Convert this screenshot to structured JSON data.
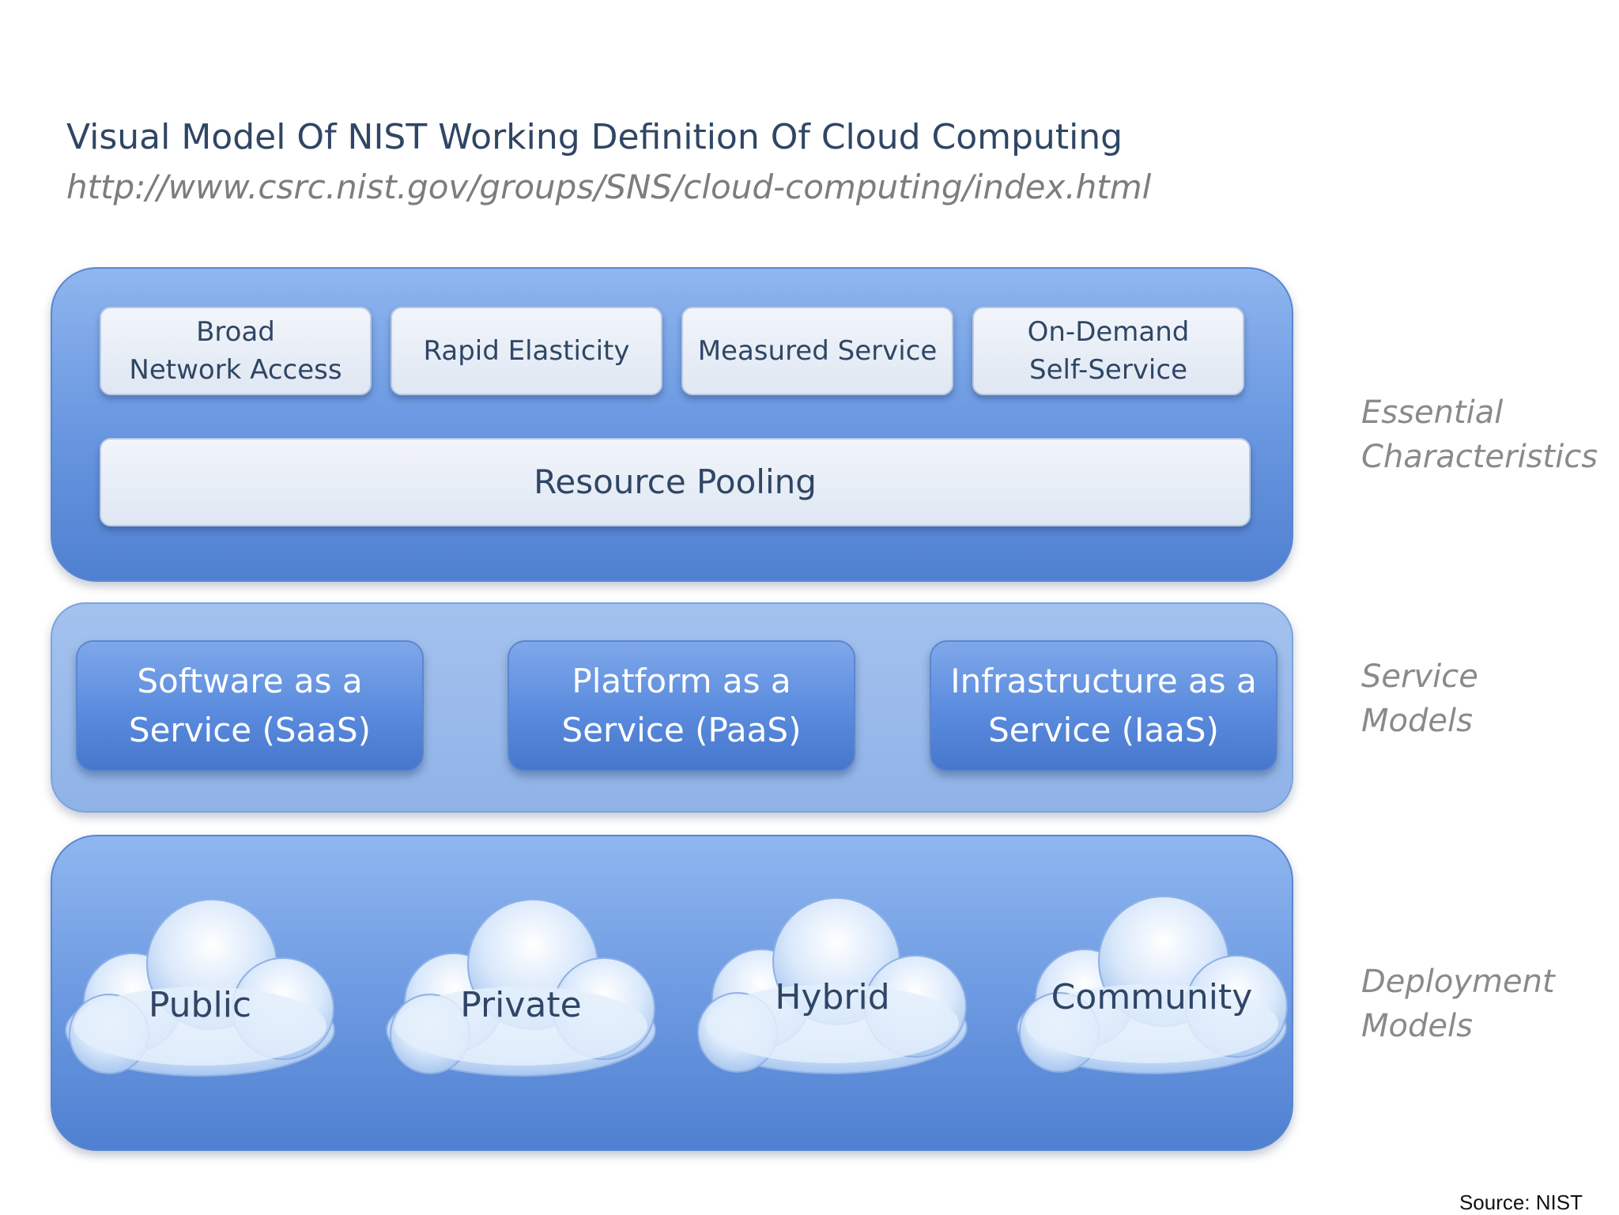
{
  "header": {
    "title": "Visual Model Of NIST Working Definition Of Cloud Computing",
    "url": "http://www.csrc.nist.gov/groups/SNS/cloud-computing/index.html"
  },
  "essential": {
    "items": [
      {
        "line1": "Broad",
        "line2": "Network Access"
      },
      {
        "line1": "Rapid Elasticity",
        "line2": ""
      },
      {
        "line1": "Measured Service",
        "line2": ""
      },
      {
        "line1": "On-Demand",
        "line2": "Self-Service"
      }
    ],
    "pooling": "Resource Pooling",
    "label_line1": "Essential",
    "label_line2": "Characteristics"
  },
  "service": {
    "items": [
      {
        "line1": "Software as a",
        "line2": "Service (SaaS)"
      },
      {
        "line1": "Platform as a",
        "line2": "Service (PaaS)"
      },
      {
        "line1": "Infrastructure as a",
        "line2": "Service (IaaS)"
      }
    ],
    "label_line1": "Service",
    "label_line2": "Models"
  },
  "deployment": {
    "items": [
      "Public",
      "Private",
      "Hybrid",
      "Community"
    ],
    "label_line1": "Deployment",
    "label_line2": "Models"
  },
  "footer": {
    "source": "Source: NIST"
  },
  "colors": {
    "band_blue": "#6d9ae2",
    "service_band": "#8fb2e7",
    "pill_fill": "#e6ecf5",
    "text_dark": "#2f4665",
    "label_gray": "#8a8a8a"
  }
}
